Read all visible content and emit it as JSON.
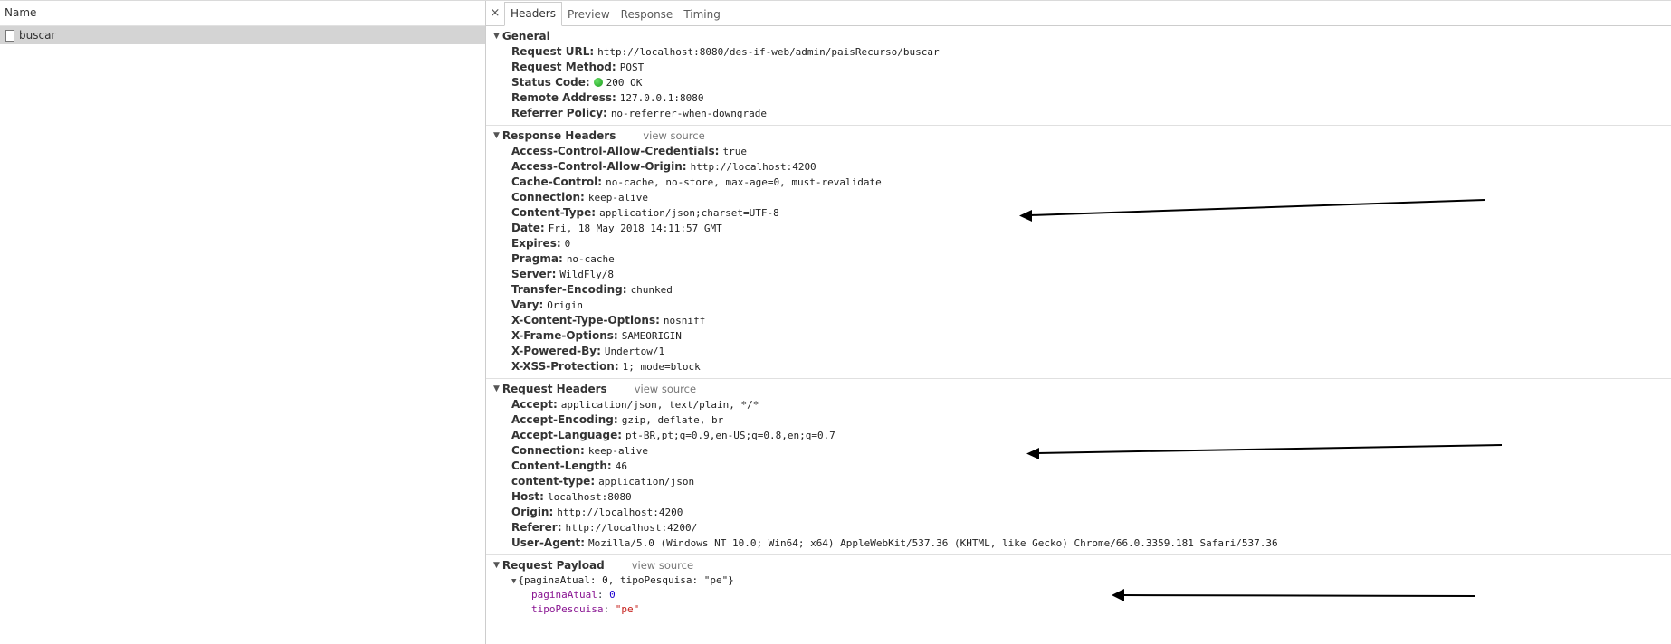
{
  "request_list": {
    "column_header": "Name",
    "items": [
      {
        "name": "buscar",
        "icon": "document-icon"
      }
    ]
  },
  "detail": {
    "close_label": "×",
    "tabs": [
      {
        "label": "Headers",
        "active": true
      },
      {
        "label": "Preview",
        "active": false
      },
      {
        "label": "Response",
        "active": false
      },
      {
        "label": "Timing",
        "active": false
      }
    ],
    "general": {
      "title": "General",
      "rows": [
        {
          "name": "Request URL:",
          "value": "http://localhost:8080/des-if-web/admin/paisRecurso/buscar"
        },
        {
          "name": "Request Method:",
          "value": "POST"
        },
        {
          "name": "Status Code:",
          "value": "200 OK",
          "status_color": "#2ecc2e"
        },
        {
          "name": "Remote Address:",
          "value": "127.0.0.1:8080"
        },
        {
          "name": "Referrer Policy:",
          "value": "no-referrer-when-downgrade"
        }
      ]
    },
    "response_headers": {
      "title": "Response Headers",
      "view_source": "view source",
      "rows": [
        {
          "name": "Access-Control-Allow-Credentials:",
          "value": "true"
        },
        {
          "name": "Access-Control-Allow-Origin:",
          "value": "http://localhost:4200"
        },
        {
          "name": "Cache-Control:",
          "value": "no-cache, no-store, max-age=0, must-revalidate"
        },
        {
          "name": "Connection:",
          "value": "keep-alive"
        },
        {
          "name": "Content-Type:",
          "value": "application/json;charset=UTF-8"
        },
        {
          "name": "Date:",
          "value": "Fri, 18 May 2018 14:11:57 GMT"
        },
        {
          "name": "Expires:",
          "value": "0"
        },
        {
          "name": "Pragma:",
          "value": "no-cache"
        },
        {
          "name": "Server:",
          "value": "WildFly/8"
        },
        {
          "name": "Transfer-Encoding:",
          "value": "chunked"
        },
        {
          "name": "Vary:",
          "value": "Origin"
        },
        {
          "name": "X-Content-Type-Options:",
          "value": "nosniff"
        },
        {
          "name": "X-Frame-Options:",
          "value": "SAMEORIGIN"
        },
        {
          "name": "X-Powered-By:",
          "value": "Undertow/1"
        },
        {
          "name": "X-XSS-Protection:",
          "value": "1; mode=block"
        }
      ]
    },
    "request_headers": {
      "title": "Request Headers",
      "view_source": "view source",
      "rows": [
        {
          "name": "Accept:",
          "value": "application/json, text/plain, */*"
        },
        {
          "name": "Accept-Encoding:",
          "value": "gzip, deflate, br"
        },
        {
          "name": "Accept-Language:",
          "value": "pt-BR,pt;q=0.9,en-US;q=0.8,en;q=0.7"
        },
        {
          "name": "Connection:",
          "value": "keep-alive"
        },
        {
          "name": "Content-Length:",
          "value": "46"
        },
        {
          "name": "content-type:",
          "value": "application/json"
        },
        {
          "name": "Host:",
          "value": "localhost:8080"
        },
        {
          "name": "Origin:",
          "value": "http://localhost:4200"
        },
        {
          "name": "Referer:",
          "value": "http://localhost:4200/"
        },
        {
          "name": "User-Agent:",
          "value": "Mozilla/5.0 (Windows NT 10.0; Win64; x64) AppleWebKit/537.36 (KHTML, like Gecko) Chrome/66.0.3359.181 Safari/537.36"
        }
      ]
    },
    "request_payload": {
      "title": "Request Payload",
      "view_source": "view source",
      "summary": "{paginaAtual: 0, tipoPesquisa: \"pe\"}",
      "props": [
        {
          "key": "paginaAtual",
          "sep": ": ",
          "value": "0",
          "type": "number"
        },
        {
          "key": "tipoPesquisa",
          "sep": ": ",
          "value": "\"pe\"",
          "type": "string"
        }
      ]
    }
  }
}
